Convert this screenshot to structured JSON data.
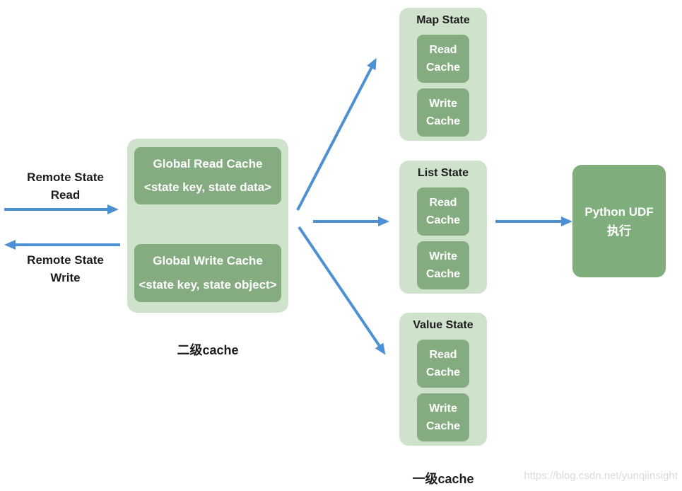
{
  "colors": {
    "outer_green": "#cfe3cc",
    "inner_green": "#85ab80",
    "python_green": "#7fae7c",
    "arrow_blue": "#4d90d4",
    "text_dark": "#1c1c1c",
    "watermark_gray": "#dbdbdb"
  },
  "left": {
    "read_label": "Remote State\nRead",
    "write_label": "Remote State\nWrite"
  },
  "center": {
    "read_cache": {
      "title": "Global Read Cache",
      "subtitle": "<state key, state data>"
    },
    "write_cache": {
      "title": "Global Write Cache",
      "subtitle": "<state key, state object>"
    },
    "caption": "二级cache"
  },
  "states": {
    "caption": "一级cache",
    "items": [
      {
        "title": "Map State",
        "read": "Read\nCache",
        "write": "Write\nCache"
      },
      {
        "title": "List State",
        "read": "Read\nCache",
        "write": "Write\nCache"
      },
      {
        "title": "Value State",
        "read": "Read\nCache",
        "write": "Write\nCache"
      }
    ]
  },
  "right": {
    "label": "Python UDF\n执行"
  },
  "watermark": "https://blog.csdn.net/yunqiinsight"
}
